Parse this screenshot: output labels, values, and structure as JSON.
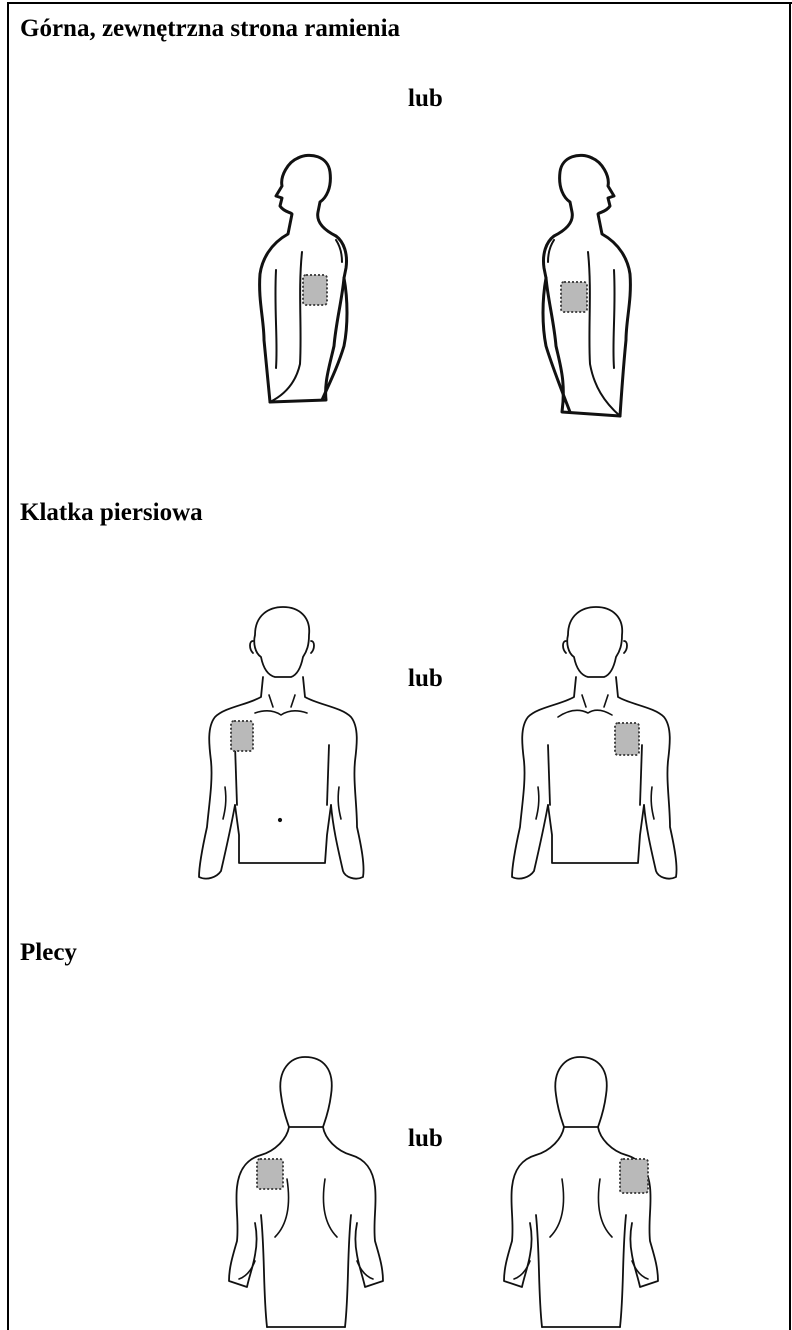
{
  "sections": {
    "arm": {
      "title": "Górna, zewnętrzna strona ramienia",
      "or_label": "lub"
    },
    "chest": {
      "title": "Klatka piersiowa",
      "or_label": "lub"
    },
    "back": {
      "title": "Plecy",
      "or_label": "lub"
    }
  },
  "colors": {
    "border": "#000000",
    "patch_fill": "#b9b9b9",
    "line": "#111111"
  }
}
